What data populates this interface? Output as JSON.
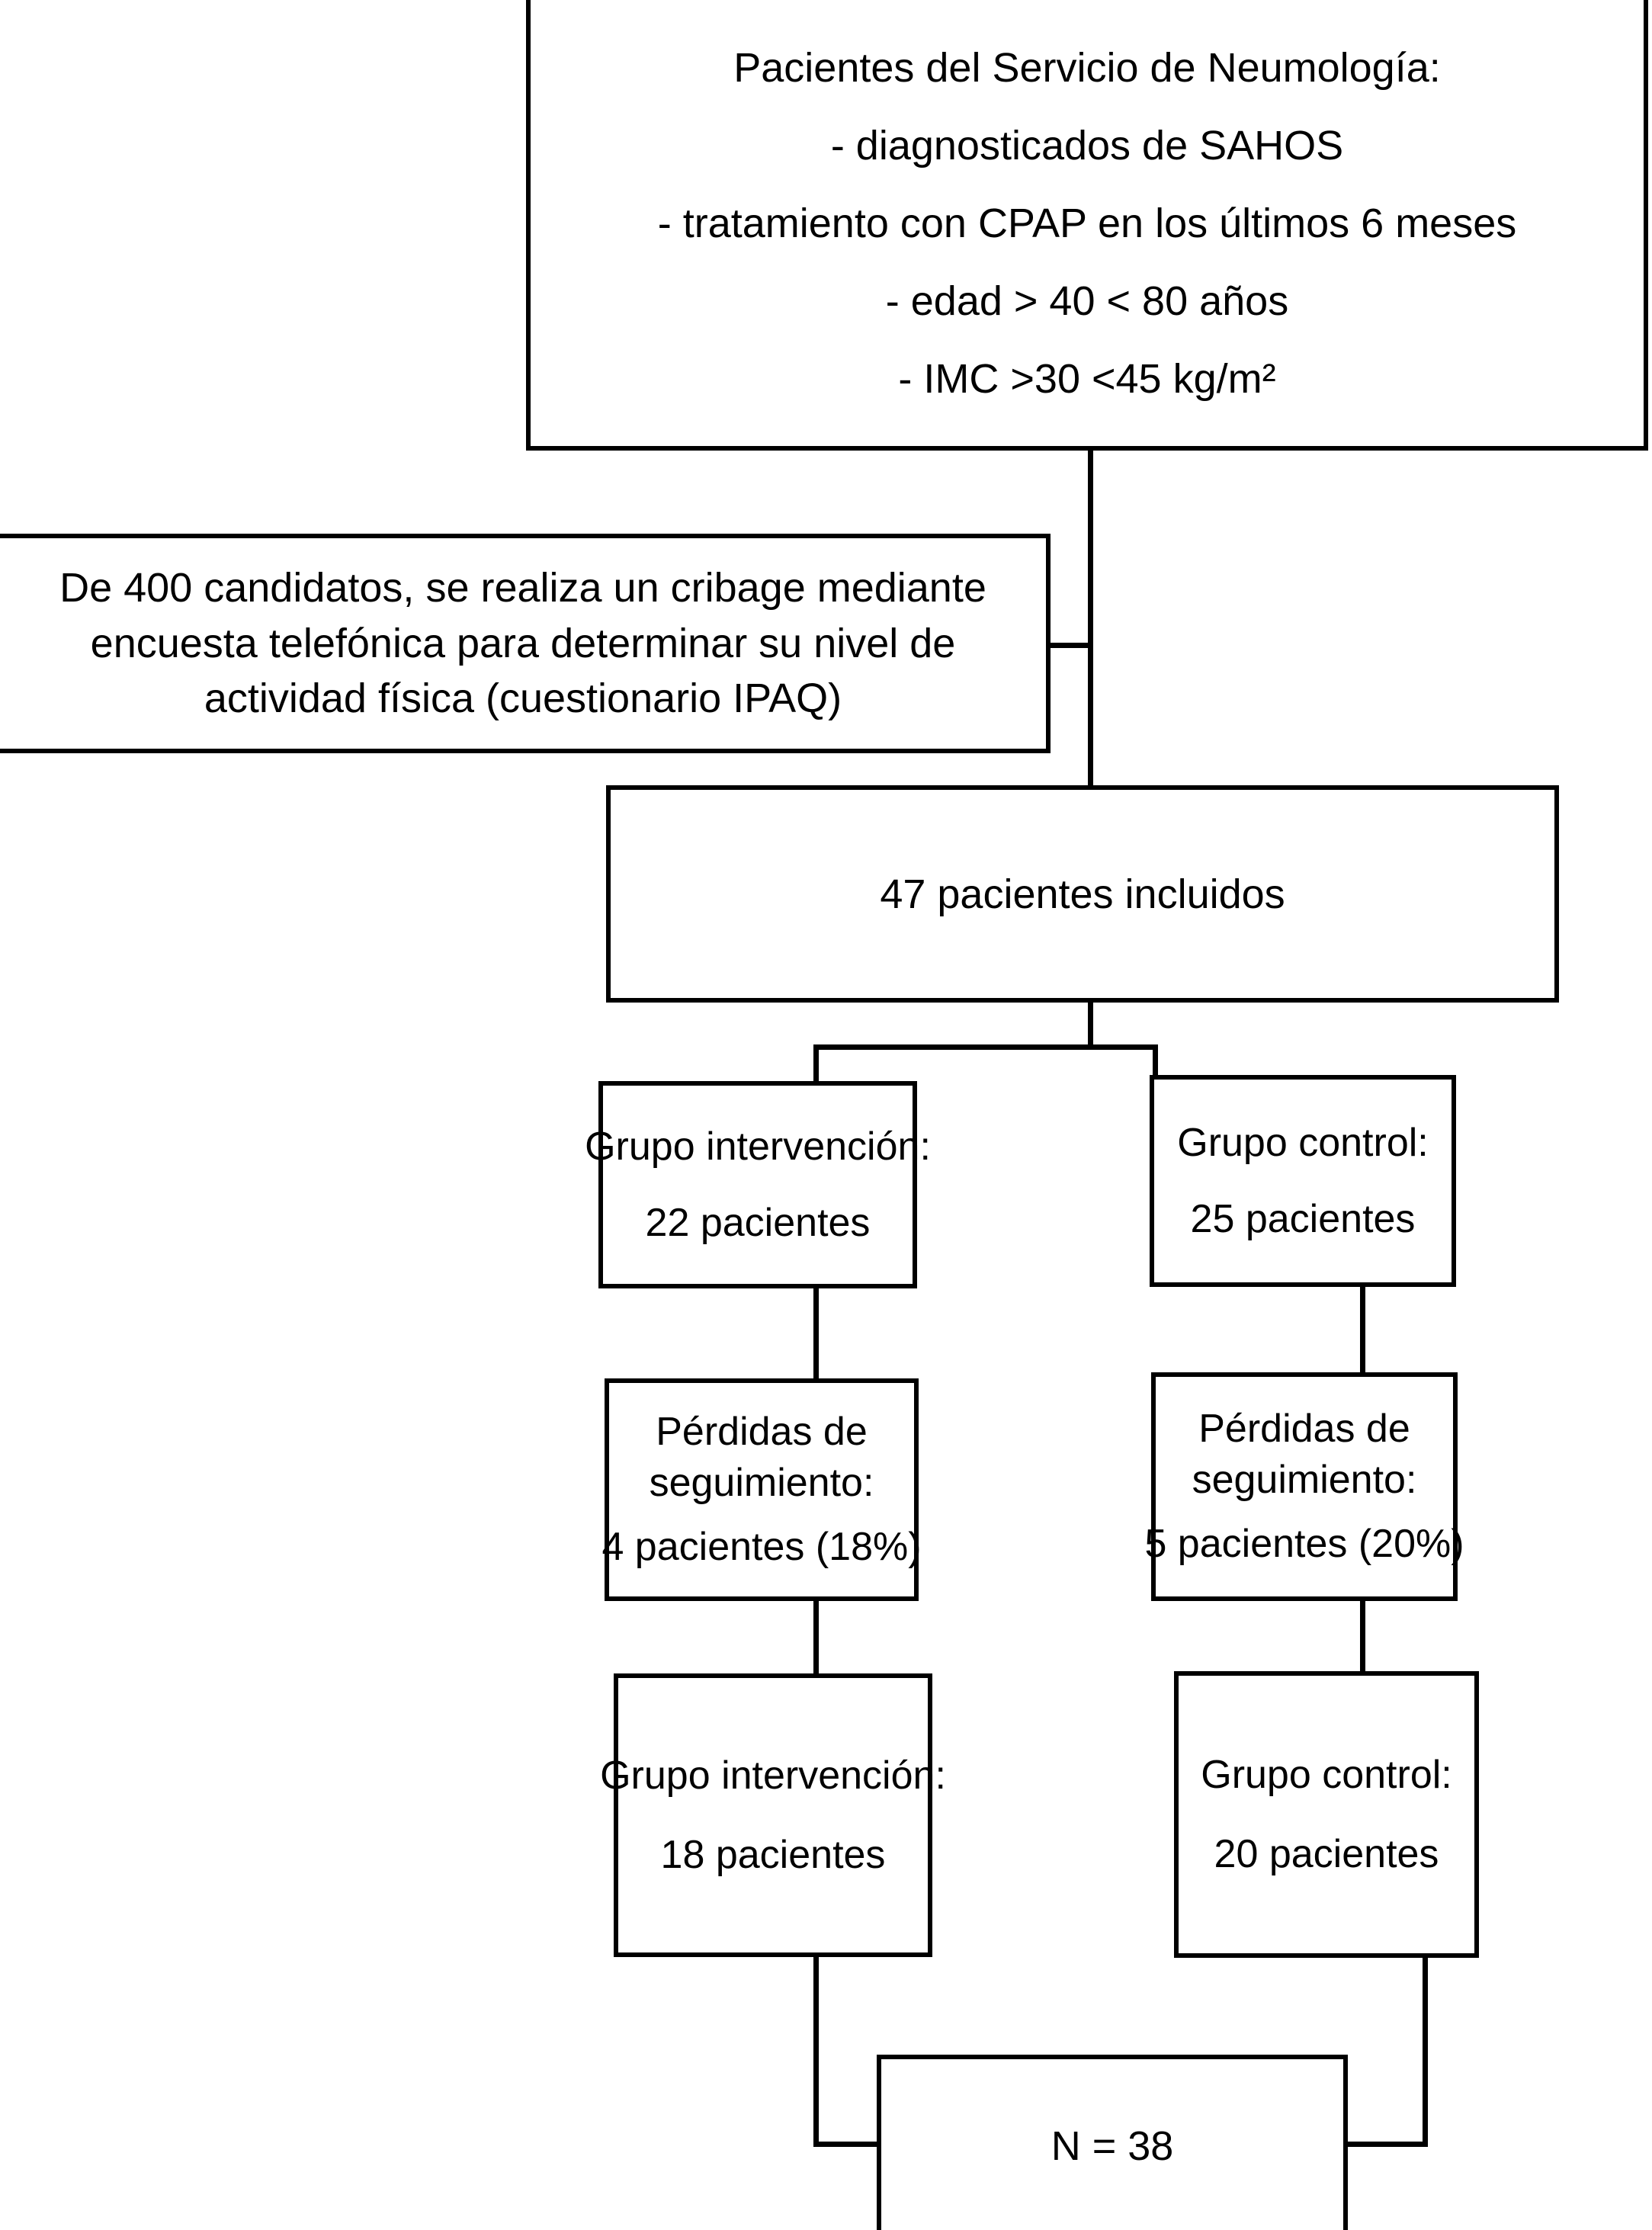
{
  "diagram": {
    "title": "Diagrama de flujo del estudio",
    "nodes": {
      "inclusion_criteria": {
        "name": "inclusion-criteria-box",
        "lines": [
          "Pacientes del Servicio de Neumología:",
          "- diagnosticados de SAHOS",
          "- tratamiento con CPAP en los últimos 6 meses",
          "- edad > 40 < 80 años",
          "- IMC >30 <45 kg/m²"
        ]
      },
      "screening": {
        "name": "screening-box",
        "lines": [
          "De 400 candidatos, se realiza un cribage mediante",
          "encuesta telefónica para determinar su nivel de",
          "actividad física (cuestionario IPAQ)"
        ]
      },
      "included": {
        "name": "included-patients-box",
        "lines": [
          "47 pacientes incluidos"
        ]
      },
      "intervention_initial": {
        "name": "intervention-group-initial-box",
        "lines": [
          "Grupo intervención:",
          "22 pacientes"
        ]
      },
      "control_initial": {
        "name": "control-group-initial-box",
        "lines": [
          "Grupo control:",
          "25 pacientes"
        ]
      },
      "losses_intervention": {
        "name": "losses-intervention-box",
        "lines": [
          "Pérdidas de",
          "seguimiento:",
          "4 pacientes (18%)"
        ]
      },
      "losses_control": {
        "name": "losses-control-box",
        "lines": [
          "Pérdidas de",
          "seguimiento:",
          "5 pacientes (20%)"
        ]
      },
      "intervention_final": {
        "name": "intervention-group-final-box",
        "lines": [
          "Grupo intervención:",
          "18 pacientes"
        ]
      },
      "control_final": {
        "name": "control-group-final-box",
        "lines": [
          "Grupo control:",
          "20 pacientes"
        ]
      },
      "total": {
        "name": "total-sample-box",
        "lines": [
          "N = 38"
        ]
      }
    }
  },
  "chart_data": {
    "type": "table",
    "title": "Diagrama de flujo de participantes",
    "flow": [
      {
        "stage": "Candidatos cribados",
        "n": 400
      },
      {
        "stage": "Pacientes incluidos",
        "n": 47
      },
      {
        "stage": "Grupo intervención inicial",
        "n": 22
      },
      {
        "stage": "Grupo control inicial",
        "n": 25
      },
      {
        "stage": "Pérdidas de seguimiento intervención",
        "n": 4,
        "pct": 18
      },
      {
        "stage": "Pérdidas de seguimiento control",
        "n": 5,
        "pct": 20
      },
      {
        "stage": "Grupo intervención final",
        "n": 18
      },
      {
        "stage": "Grupo control final",
        "n": 20
      },
      {
        "stage": "Total analizados",
        "n": 38
      }
    ],
    "criteria": {
      "age_min": 40,
      "age_max": 80,
      "bmi_min": 30,
      "bmi_max": 45,
      "cpap_months": 6
    }
  }
}
